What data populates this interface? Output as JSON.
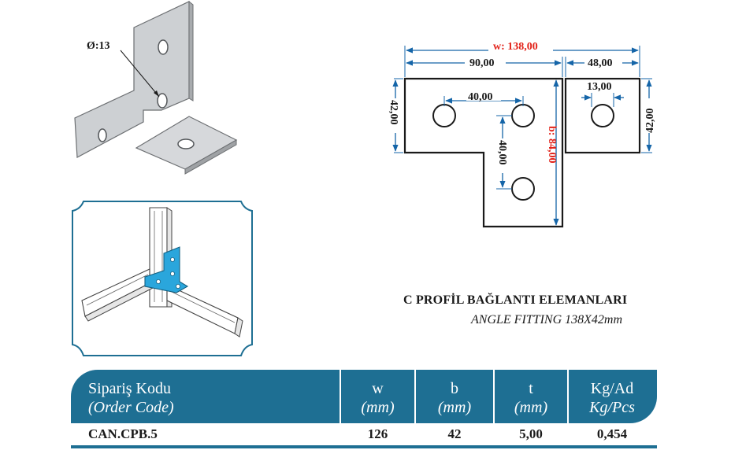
{
  "drawing": {
    "hole_label": "Ø:13",
    "w_label": "w: 138,00",
    "dim_90": "90,00",
    "dim_48": "48,00",
    "dim_42_left": "42,00",
    "dim_42_right": "42,00",
    "dim_40_h": "40,00",
    "dim_40_v": "40,00",
    "dim_13": "13,00",
    "b_label": "b: 84,00"
  },
  "title": {
    "tr": "C PROFİL BAĞLANTI ELEMANLARI",
    "en": "ANGLE FITTING 138X42mm"
  },
  "table": {
    "headers": [
      {
        "l1": "Sipariş Kodu",
        "l2": "(Order Code)"
      },
      {
        "l1": "w",
        "l2": "(mm)"
      },
      {
        "l1": "b",
        "l2": "(mm)"
      },
      {
        "l1": "t",
        "l2": "(mm)"
      },
      {
        "l1": "Kg/Ad",
        "l2": "Kg/Pcs"
      }
    ],
    "row": {
      "code": "CAN.CPB.5",
      "w": "126",
      "b": "42",
      "t": "5,00",
      "kg": "0,454"
    }
  },
  "colors": {
    "header_bg": "#1e6f93",
    "accent_blue": "#2aa6dc",
    "red": "#e2231a"
  }
}
